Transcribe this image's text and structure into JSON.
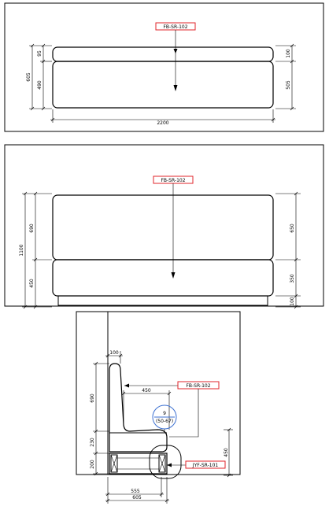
{
  "colors": {
    "line": "#000000",
    "tag_border": "#e0262b",
    "callout": "#3b6fd1"
  },
  "views": {
    "top": {
      "tag": "FB-SR-102",
      "dims": {
        "left_outer": "605",
        "left_upper": "95",
        "left_lower": "490",
        "right_upper": "100",
        "right_lower": "505",
        "width": "2200"
      }
    },
    "front": {
      "tag": "FB-SR-102",
      "dims": {
        "total": "1100",
        "left_upper": "690",
        "left_lower": "450",
        "right_upper": "650",
        "right_mid": "350",
        "right_base": "100"
      }
    },
    "section": {
      "tag_upper": "FB-SR-102",
      "tag_lower": "JYF-SR-101",
      "callout_number": "9",
      "callout_ref": "(50-67)",
      "dims": {
        "top_back": "100",
        "seat_depth": "450",
        "back_height": "690",
        "seat_height": "230",
        "base_height": "200",
        "right_height": "450",
        "bottom_inner": "555",
        "bottom_outer": "605"
      }
    }
  }
}
